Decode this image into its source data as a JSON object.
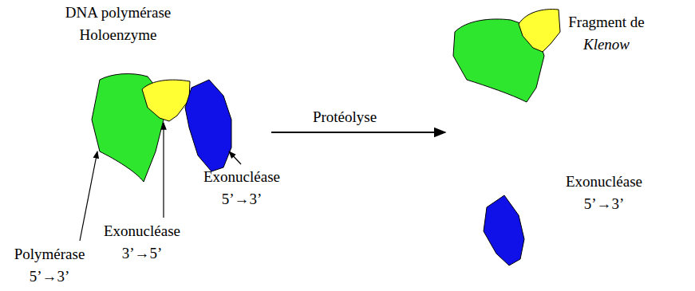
{
  "diagram": {
    "labels": [
      "DNA polymérase Holoenzyme",
      "Polymérase 5’→3’",
      "Exonucléase 3’→5’",
      "Exonucléase 5’→3’",
      "Protéolyse",
      "Fragment de Klenow",
      "Exonucléase 5’→3’"
    ]
  }
}
